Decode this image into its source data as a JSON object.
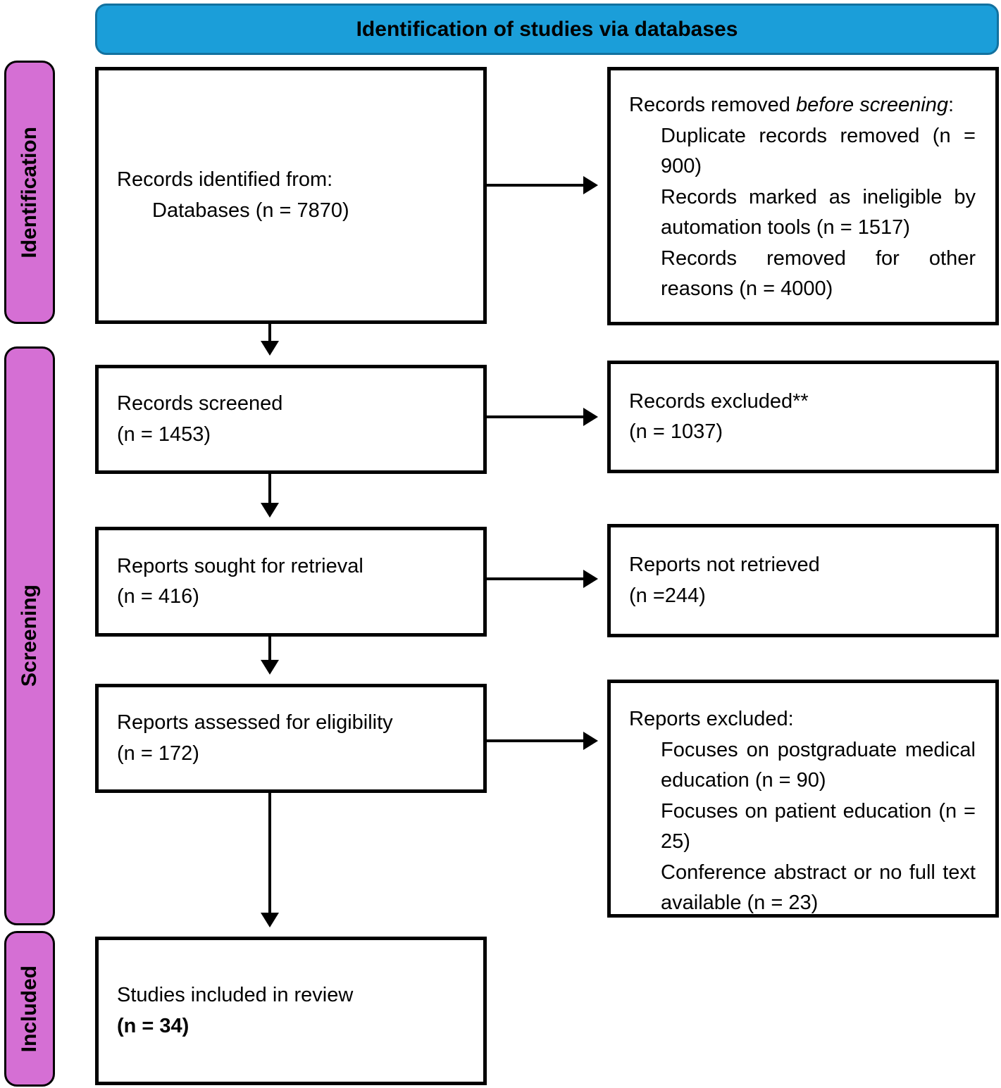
{
  "colors": {
    "header_fill": "#1b9ed9",
    "header_border": "#12719f",
    "stage_fill": "#d56fd4",
    "box_border": "#000000"
  },
  "header": {
    "title": "Identification of studies via databases"
  },
  "stages": [
    {
      "label": "Identification"
    },
    {
      "label": "Screening"
    },
    {
      "label": "Included"
    }
  ],
  "boxes": {
    "identified": {
      "line1": "Records identified from:",
      "line2": "Databases (n = 7870)"
    },
    "removed": {
      "intro_plain": "Records removed ",
      "intro_italic": "before screening",
      "intro_colon": ":",
      "items": [
        "Duplicate records removed (n = 900)",
        "Records marked as ineligible by automation tools (n = 1517)",
        "Records removed for other reasons (n = 4000)"
      ]
    },
    "screened": {
      "line1": "Records screened",
      "line2": "(n = 1453)"
    },
    "excluded": {
      "line1": "Records excluded**",
      "line2": "(n = 1037)"
    },
    "sought": {
      "line1": "Reports sought for retrieval",
      "line2": "(n = 416)"
    },
    "not_retrieved": {
      "line1": "Reports not retrieved",
      "line2": "(n =244)"
    },
    "assessed": {
      "line1": "Reports assessed for eligibility",
      "line2": "(n = 172)"
    },
    "reports_excluded": {
      "intro": "Reports excluded:",
      "items": [
        "Focuses on postgraduate medical education (n = 90)",
        "Focuses on patient education (n = 25)",
        "Conference abstract or no full text available (n = 23)"
      ]
    },
    "included": {
      "line1": "Studies included in review",
      "line2": "(n = 34)"
    }
  }
}
